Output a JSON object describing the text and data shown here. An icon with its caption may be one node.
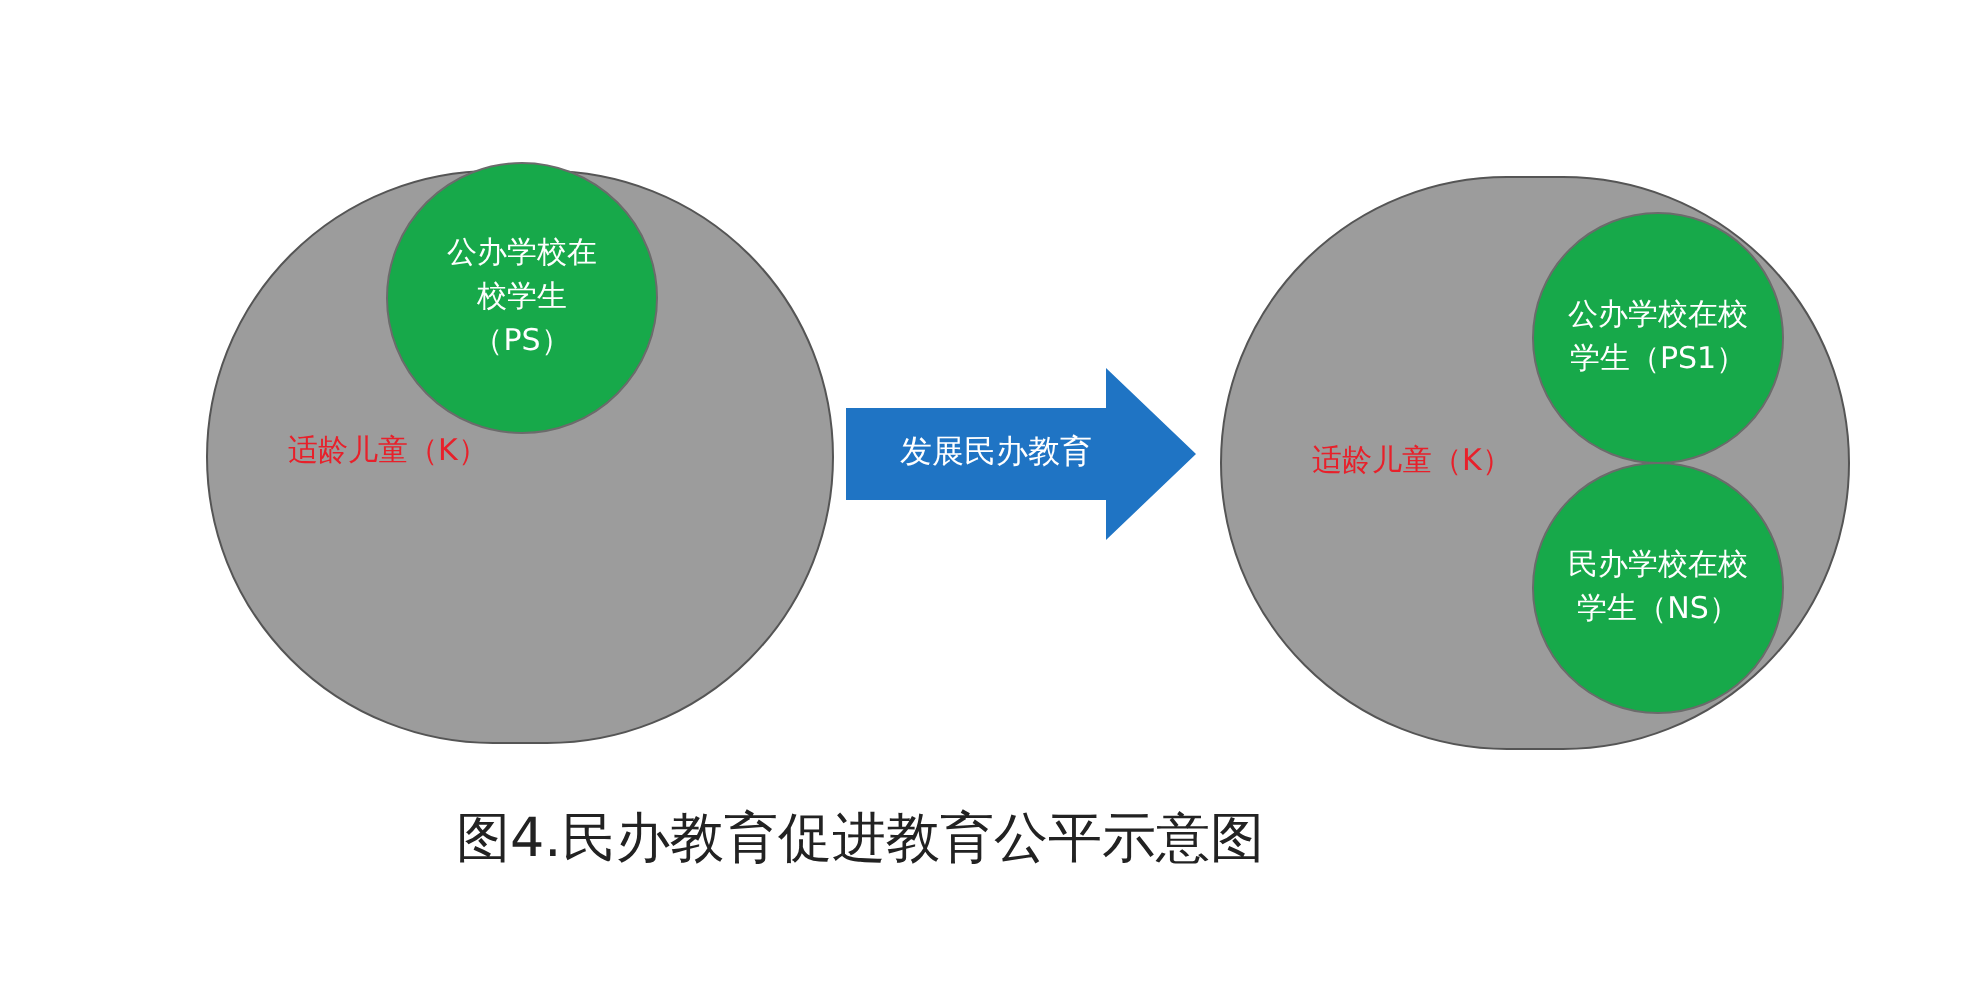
{
  "diagram": {
    "caption": "图4.民办教育促进教育公平示意图",
    "nodes": [
      {
        "text": [
          "适龄儿童（K）"
        ]
      },
      {
        "text": [
          "公办学校在校学生（PS）"
        ],
        "in": 0
      },
      {
        "text": [
          "适龄儿童（K）"
        ]
      },
      {
        "text": [
          "公办学校在校学生（PS1）"
        ],
        "in": 2
      },
      {
        "text": [
          "民办学校在校学生（NS）"
        ],
        "in": 2
      }
    ],
    "edges": [
      {
        "from": 0,
        "to": 2,
        "arrow": "to",
        "label": "发展民办教育"
      }
    ]
  }
}
